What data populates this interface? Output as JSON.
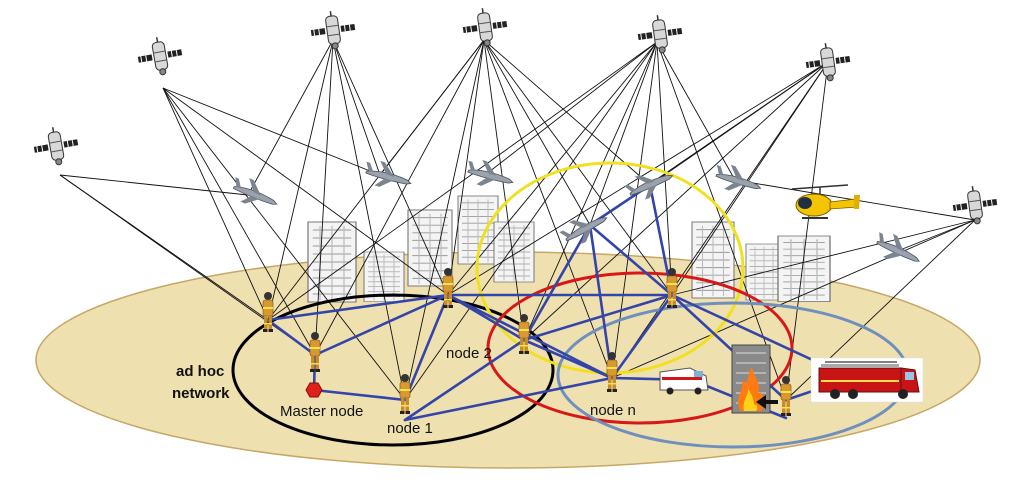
{
  "labels": {
    "network_line1": "ad hoc",
    "network_line2": "network",
    "master": "Master node",
    "node1": "node 1",
    "node2": "node 2",
    "noden": "node n"
  },
  "colors": {
    "ground": "#efe0b0",
    "ground_edge": "#c7a766",
    "mesh": "#3344aa",
    "sky_link": "#111111",
    "black_circle": "#000000",
    "yellow_circle": "#f0e020",
    "red_circle": "#d81818",
    "blue_circle": "#6f8fbf",
    "master_node": "#e0201a",
    "helicopter": "#f4c400"
  },
  "icons": {
    "satellite": "satellite-icon",
    "aircraft": "aircraft-icon",
    "helicopter": "helicopter-icon",
    "building": "building-icon",
    "firefighter": "firefighter-icon",
    "ambulance": "ambulance-icon",
    "fire_truck": "fire-truck-icon",
    "burning_building": "burning-building-icon"
  }
}
